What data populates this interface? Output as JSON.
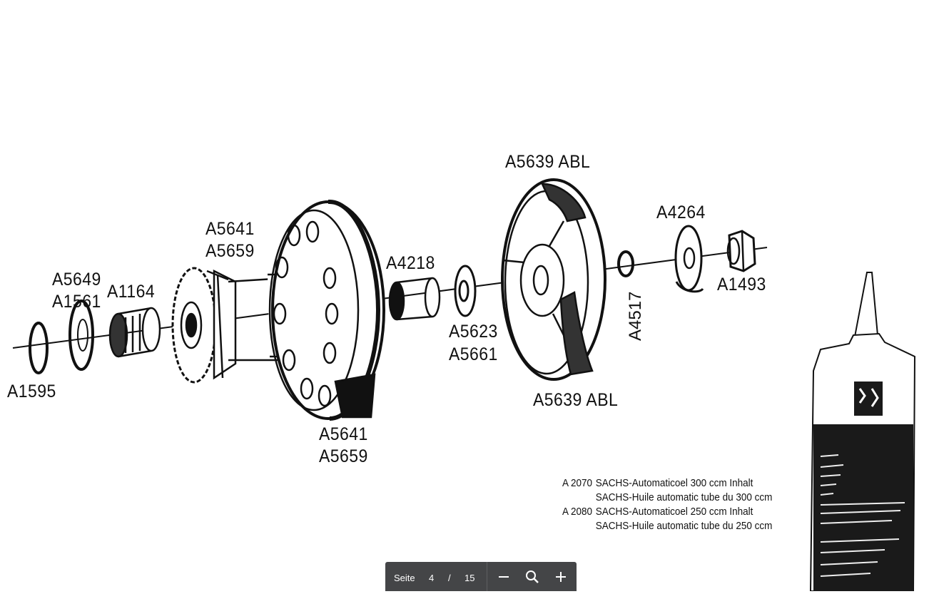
{
  "labels": {
    "a5639_top": "A5639 ABL",
    "a4264": "A4264",
    "a5641_top_1": "A5641",
    "a5659_top": "A5659",
    "a4218": "A4218",
    "a5649": "A5649",
    "a1561": "A1561",
    "a1164": "A1164",
    "a1493": "A1493",
    "a4517": "A4517",
    "a5623": "A5623",
    "a5661": "A5661",
    "a1595": "A1595",
    "a5639_bottom": "A5639 ABL",
    "a5641_bottom": "A5641",
    "a5659_bottom": "A5659"
  },
  "legend": [
    {
      "code": "A 2070",
      "line1": "SACHS-Automaticoel 300 ccm Inhalt",
      "line2": "SACHS-Huile automatic tube du 300 ccm"
    },
    {
      "code": "A 2080",
      "line1": "SACHS-Automaticoel 250 ccm Inhalt",
      "line2": "SACHS-Huile automatic tube du 250 ccm"
    }
  ],
  "toolbar": {
    "page_label": "Seite",
    "current_page": "4",
    "separator": "/",
    "total_pages": "15"
  },
  "icons": {
    "zoom_out": "minus-icon",
    "zoom": "magnifier-icon",
    "zoom_in": "plus-icon"
  }
}
